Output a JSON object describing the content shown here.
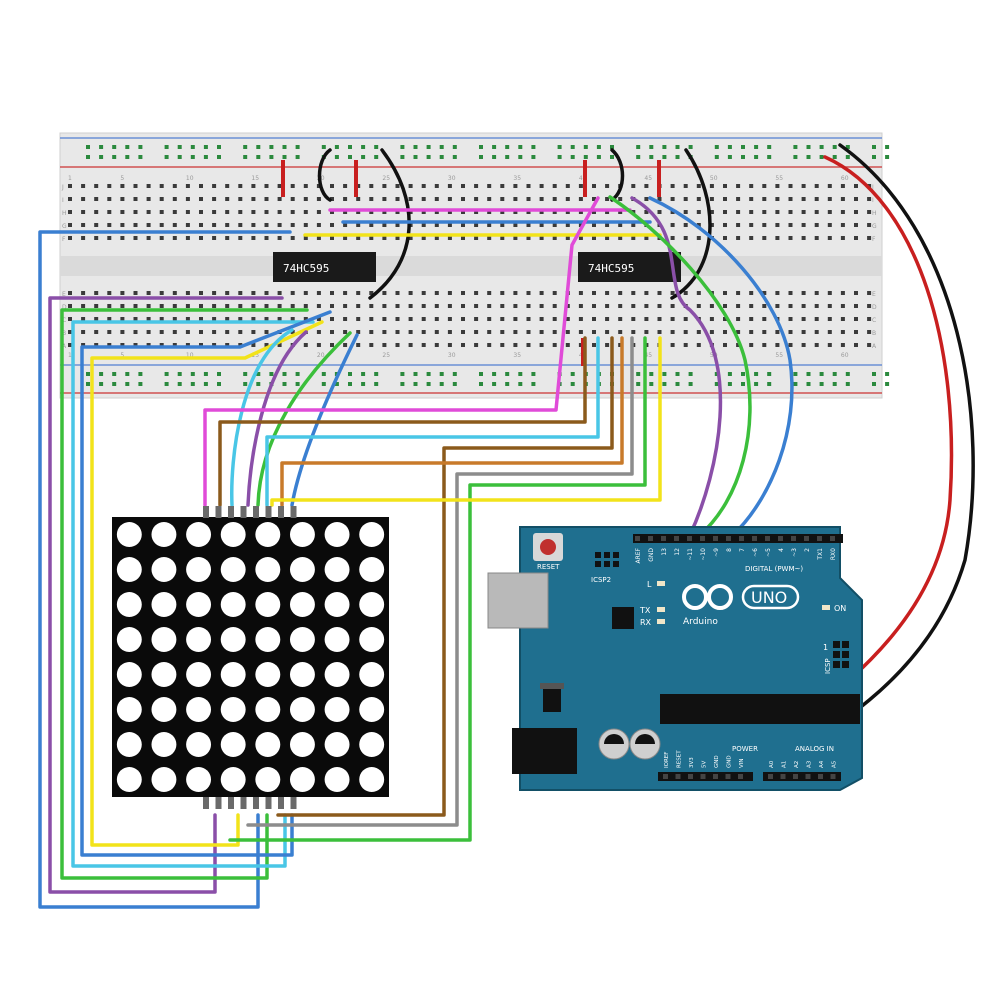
{
  "breadboard": {
    "chip_left_label": "74HC595",
    "chip_right_label": "74HC595",
    "column_numbers": [
      "1",
      "5",
      "10",
      "15",
      "20",
      "25",
      "30",
      "35",
      "40",
      "45",
      "50",
      "55",
      "60"
    ],
    "row_letters_top": [
      "J",
      "I",
      "H",
      "G",
      "F"
    ],
    "row_letters_bottom": [
      "E",
      "D",
      "C",
      "B",
      "A"
    ]
  },
  "matrix": {
    "rows": 8,
    "cols": 8
  },
  "arduino": {
    "logo": "UNO",
    "brand": "Arduino",
    "reset_label": "RESET",
    "icsp2_label": "ICSP2",
    "digital_label": "DIGITAL (PWM~)",
    "aref": "AREF",
    "gnd": "GND",
    "digital_pins": [
      "13",
      "12",
      "~11",
      "~10",
      "~9",
      "8",
      "7",
      "~6",
      "~5",
      "4",
      "~3",
      "2",
      "TX1",
      "RX0"
    ],
    "led_l": "L",
    "led_tx": "TX",
    "led_rx": "RX",
    "led_on": "ON",
    "icsp_label": "ICSP",
    "icsp_pin1": "1",
    "power_label": "POWER",
    "analog_label": "ANALOG IN",
    "power_pins": [
      "IOREF",
      "RESET",
      "3V3",
      "5V",
      "GND",
      "GND",
      "VIN"
    ],
    "analog_pins": [
      "A0",
      "A1",
      "A2",
      "A3",
      "A4",
      "A5"
    ]
  },
  "colors": {
    "red": "#c81f1f",
    "black": "#111111",
    "blue": "#3a7fd1",
    "green": "#3bbf3b",
    "yellow": "#f2e31a",
    "magenta": "#e04bd8",
    "purple": "#8a4fa8",
    "cyan": "#49c6e6",
    "brown": "#8b5a1c",
    "orange": "#c87a2a",
    "gray": "#8c8c8c",
    "board_teal": "#1f6f8f"
  }
}
